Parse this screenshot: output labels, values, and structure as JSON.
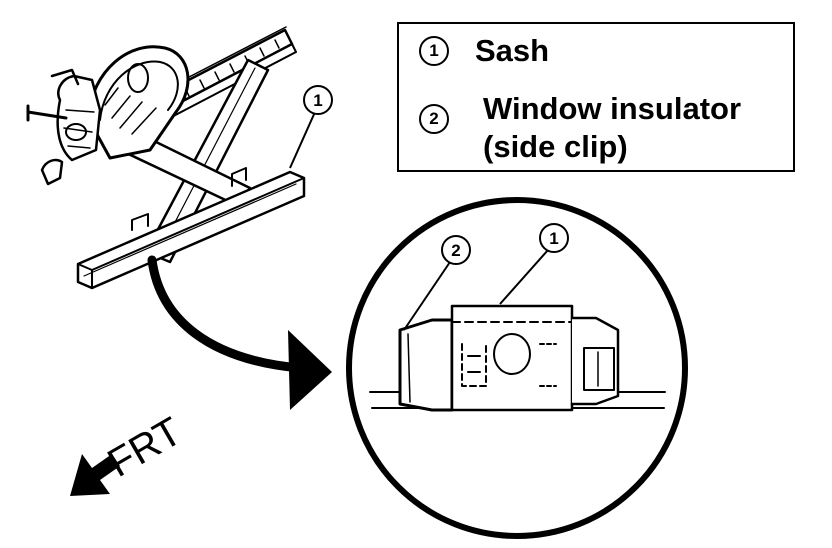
{
  "legend": {
    "items": [
      {
        "number": "1",
        "label": "Sash"
      },
      {
        "number": "2",
        "label": "Window insulator",
        "label_line2": "(side clip)"
      }
    ]
  },
  "callouts": {
    "overview_sash": "1",
    "detail_insulator": "2",
    "detail_sash": "1"
  },
  "direction_label": "FRT",
  "colors": {
    "ink": "#000000",
    "background": "#ffffff"
  }
}
